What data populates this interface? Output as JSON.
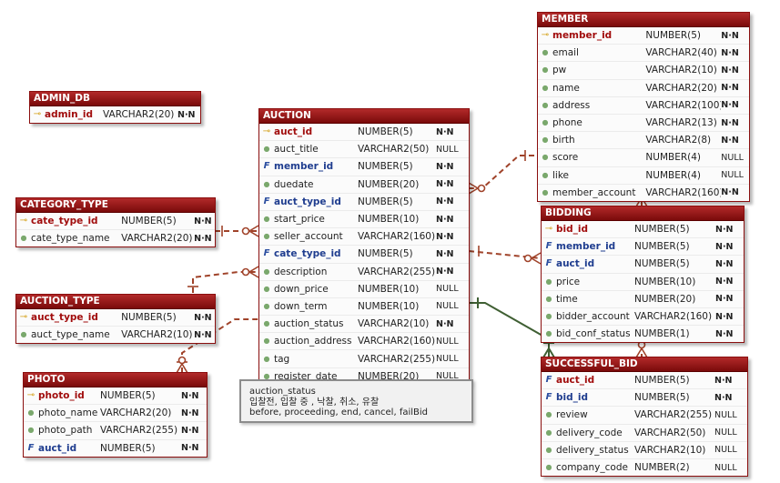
{
  "colors": {
    "header": "#8a0e0e",
    "relationship_dashed": "#a0432a",
    "relationship_solid": "#3f5f33"
  },
  "entities": {
    "admin_db": {
      "title": "ADMIN_DB",
      "attributes": [
        {
          "icon": "key-icon",
          "role": "pk",
          "name": "admin_id",
          "type": "VARCHAR2(20)",
          "nn": "N·N"
        }
      ]
    },
    "category_type": {
      "title": "CATEGORY_TYPE",
      "attributes": [
        {
          "icon": "key-icon",
          "role": "pk",
          "name": "cate_type_id",
          "type": "NUMBER(5)",
          "nn": "N·N"
        },
        {
          "icon": "field-icon",
          "role": "",
          "name": "cate_type_name",
          "type": "VARCHAR2(20)",
          "nn": "N·N"
        }
      ]
    },
    "auction_type": {
      "title": "AUCTION_TYPE",
      "attributes": [
        {
          "icon": "key-icon",
          "role": "pk",
          "name": "auct_type_id",
          "type": "NUMBER(5)",
          "nn": "N·N"
        },
        {
          "icon": "field-icon",
          "role": "",
          "name": "auct_type_name",
          "type": "VARCHAR2(10)",
          "nn": "N·N"
        }
      ]
    },
    "photo": {
      "title": "PHOTO",
      "attributes": [
        {
          "icon": "key-icon",
          "role": "pk",
          "name": "photo_id",
          "type": "NUMBER(5)",
          "nn": "N·N"
        },
        {
          "icon": "field-icon",
          "role": "",
          "name": "photo_name",
          "type": "VARCHAR2(20)",
          "nn": "N·N"
        },
        {
          "icon": "field-icon",
          "role": "",
          "name": "photo_path",
          "type": "VARCHAR2(255)",
          "nn": "N·N"
        },
        {
          "icon": "foreign-key-icon",
          "role": "fk",
          "name": "auct_id",
          "type": "NUMBER(5)",
          "nn": "N·N"
        }
      ]
    },
    "auction": {
      "title": "AUCTION",
      "attributes": [
        {
          "icon": "key-icon",
          "role": "pk",
          "name": "auct_id",
          "type": "NUMBER(5)",
          "nn": "N·N"
        },
        {
          "icon": "field-icon",
          "role": "",
          "name": "auct_title",
          "type": "VARCHAR2(50)",
          "nn": "NULL"
        },
        {
          "icon": "foreign-key-icon",
          "role": "fk",
          "name": "member_id",
          "type": "NUMBER(5)",
          "nn": "N·N"
        },
        {
          "icon": "field-icon",
          "role": "",
          "name": "duedate",
          "type": "NUMBER(20)",
          "nn": "N·N"
        },
        {
          "icon": "foreign-key-icon",
          "role": "fk",
          "name": "auct_type_id",
          "type": "NUMBER(5)",
          "nn": "N·N"
        },
        {
          "icon": "field-icon",
          "role": "",
          "name": "start_price",
          "type": "NUMBER(10)",
          "nn": "N·N"
        },
        {
          "icon": "field-icon",
          "role": "",
          "name": "seller_account",
          "type": "VARCHAR2(160)",
          "nn": "N·N"
        },
        {
          "icon": "foreign-key-icon",
          "role": "fk",
          "name": "cate_type_id",
          "type": "NUMBER(5)",
          "nn": "N·N"
        },
        {
          "icon": "field-icon",
          "role": "",
          "name": "description",
          "type": "VARCHAR2(255)",
          "nn": "N·N"
        },
        {
          "icon": "field-icon",
          "role": "",
          "name": "down_price",
          "type": "NUMBER(10)",
          "nn": "NULL"
        },
        {
          "icon": "field-icon",
          "role": "",
          "name": "down_term",
          "type": "NUMBER(10)",
          "nn": "NULL"
        },
        {
          "icon": "field-icon",
          "role": "",
          "name": "auction_status",
          "type": "VARCHAR2(10)",
          "nn": "N·N"
        },
        {
          "icon": "field-icon",
          "role": "",
          "name": "auction_address",
          "type": "VARCHAR2(160)",
          "nn": "NULL"
        },
        {
          "icon": "field-icon",
          "role": "",
          "name": "tag",
          "type": "VARCHAR2(255)",
          "nn": "NULL"
        },
        {
          "icon": "field-icon",
          "role": "",
          "name": "register_date",
          "type": "NUMBER(20)",
          "nn": "NULL"
        }
      ]
    },
    "member": {
      "title": "MEMBER",
      "attributes": [
        {
          "icon": "key-icon",
          "role": "pk",
          "name": "member_id",
          "type": "NUMBER(5)",
          "nn": "N·N"
        },
        {
          "icon": "field-icon",
          "role": "",
          "name": "email",
          "type": "VARCHAR2(40)",
          "nn": "N·N"
        },
        {
          "icon": "field-icon",
          "role": "",
          "name": "pw",
          "type": "VARCHAR2(10)",
          "nn": "N·N"
        },
        {
          "icon": "field-icon",
          "role": "",
          "name": "name",
          "type": "VARCHAR2(20)",
          "nn": "N·N"
        },
        {
          "icon": "field-icon",
          "role": "",
          "name": "address",
          "type": "VARCHAR2(100)",
          "nn": "N·N"
        },
        {
          "icon": "field-icon",
          "role": "",
          "name": "phone",
          "type": "VARCHAR2(13)",
          "nn": "N·N"
        },
        {
          "icon": "field-icon",
          "role": "",
          "name": "birth",
          "type": "VARCHAR2(8)",
          "nn": "N·N"
        },
        {
          "icon": "field-icon",
          "role": "",
          "name": "score",
          "type": "NUMBER(4)",
          "nn": "NULL"
        },
        {
          "icon": "field-icon",
          "role": "",
          "name": "like",
          "type": "NUMBER(4)",
          "nn": "NULL"
        },
        {
          "icon": "field-icon",
          "role": "",
          "name": "member_account",
          "type": "VARCHAR2(160)",
          "nn": "N·N"
        }
      ]
    },
    "bidding": {
      "title": "BIDDING",
      "attributes": [
        {
          "icon": "key-icon",
          "role": "pk",
          "name": "bid_id",
          "type": "NUMBER(5)",
          "nn": "N·N"
        },
        {
          "icon": "foreign-key-icon",
          "role": "fk",
          "name": "member_id",
          "type": "NUMBER(5)",
          "nn": "N·N"
        },
        {
          "icon": "foreign-key-icon",
          "role": "fk",
          "name": "auct_id",
          "type": "NUMBER(5)",
          "nn": "N·N"
        },
        {
          "icon": "field-icon",
          "role": "",
          "name": "price",
          "type": "NUMBER(10)",
          "nn": "N·N"
        },
        {
          "icon": "field-icon",
          "role": "",
          "name": "time",
          "type": "NUMBER(20)",
          "nn": "N·N"
        },
        {
          "icon": "field-icon",
          "role": "",
          "name": "bidder_account",
          "type": "VARCHAR2(160)",
          "nn": "N·N"
        },
        {
          "icon": "field-icon",
          "role": "",
          "name": "bid_conf_status",
          "type": "NUMBER(1)",
          "nn": "N·N"
        }
      ]
    },
    "successful_bid": {
      "title": "SUCCESSFUL_BID",
      "attributes": [
        {
          "icon": "foreign-key-icon",
          "role": "pk",
          "name": "auct_id",
          "type": "NUMBER(5)",
          "nn": "N·N"
        },
        {
          "icon": "foreign-key-icon",
          "role": "fk",
          "name": "bid_id",
          "type": "NUMBER(5)",
          "nn": "N·N"
        },
        {
          "icon": "field-icon",
          "role": "",
          "name": "review",
          "type": "VARCHAR2(255)",
          "nn": "NULL"
        },
        {
          "icon": "field-icon",
          "role": "",
          "name": "delivery_code",
          "type": "VARCHAR2(50)",
          "nn": "NULL"
        },
        {
          "icon": "field-icon",
          "role": "",
          "name": "delivery_status",
          "type": "VARCHAR2(10)",
          "nn": "NULL"
        },
        {
          "icon": "field-icon",
          "role": "",
          "name": "company_code",
          "type": "NUMBER(2)",
          "nn": "NULL"
        }
      ]
    }
  },
  "note": {
    "line1": "auction_status",
    "line2": "입찰전,      입찰 중 , 낙찰,    취소,      유찰",
    "line3": "before, proceeding, end, cancel, failBid"
  }
}
